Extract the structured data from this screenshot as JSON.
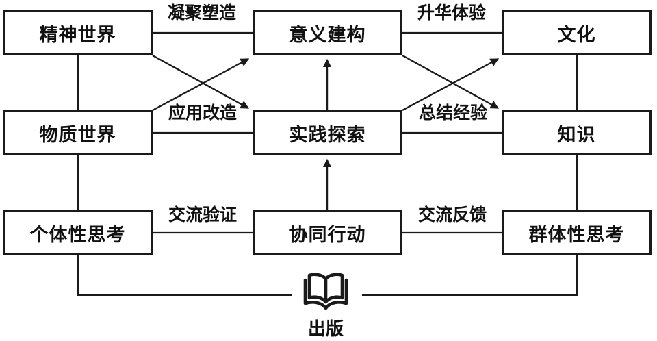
{
  "diagram": {
    "title_hint": "practice-knowledge-culture flow diagram",
    "nodes": {
      "spiritual_world": "精神世界",
      "material_world": "物质世界",
      "individual_thinking": "个体性思考",
      "meaning_construction": "意义建构",
      "practice_exploration": "实践探索",
      "collaborative_action": "协同行动",
      "culture": "文化",
      "knowledge": "知识",
      "group_thinking": "群体性思考"
    },
    "edge_labels": {
      "condense_shape": "凝聚塑造",
      "sublimate_experience": "升华体验",
      "apply_transform": "应用改造",
      "summarize_experience": "总结经验",
      "exchange_verify": "交流验证",
      "exchange_feedback": "交流反馈"
    },
    "publish": {
      "icon": "open-book-icon",
      "label": "出版"
    },
    "colors": {
      "line": "#1a1a1a",
      "box_border": "#1a1a1a",
      "box_bg": "#ffffff",
      "text": "#111111",
      "background": "#ffffff"
    }
  }
}
